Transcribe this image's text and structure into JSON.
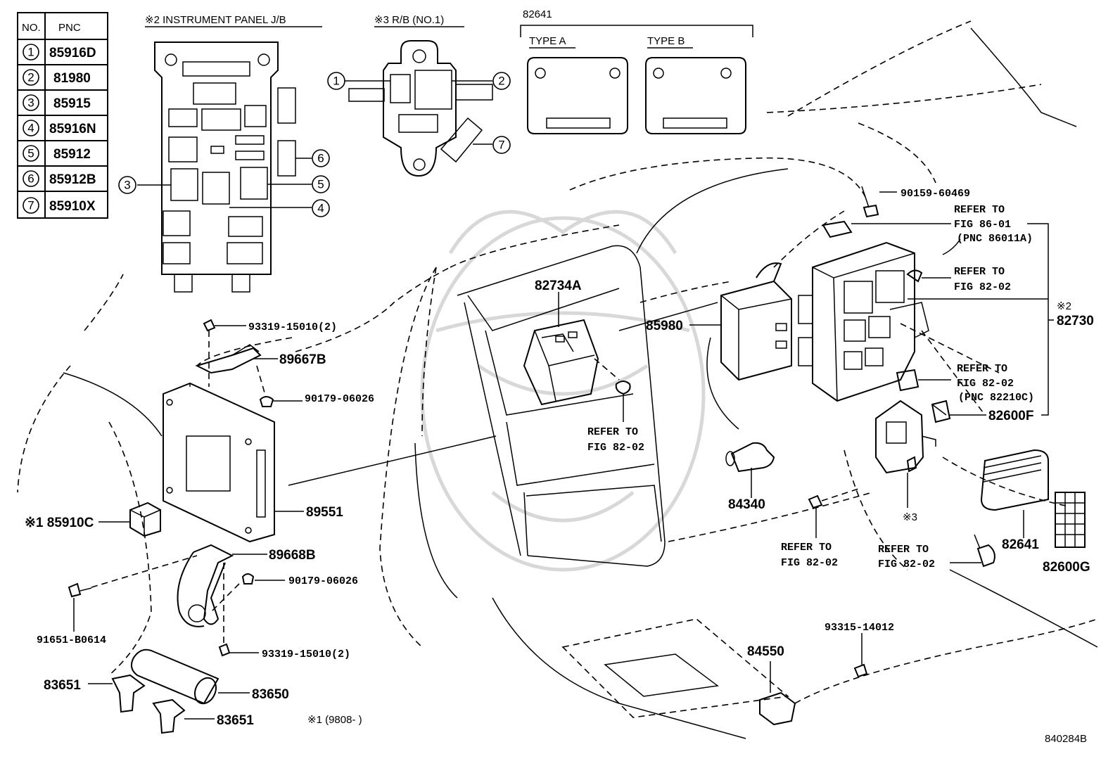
{
  "table": {
    "headers": [
      "NO.",
      "PNC"
    ],
    "rows": [
      {
        "no": "1",
        "pnc": "85916D"
      },
      {
        "no": "2",
        "pnc": "81980"
      },
      {
        "no": "3",
        "pnc": "85915"
      },
      {
        "no": "4",
        "pnc": "85916N"
      },
      {
        "no": "5",
        "pnc": "85912"
      },
      {
        "no": "6",
        "pnc": "85912B"
      },
      {
        "no": "7",
        "pnc": "85910X"
      }
    ]
  },
  "insets": {
    "instrument_panel_jb": "※2 INSTRUMENT PANEL J/B",
    "rb_no1": "※3 R/B (NO.1)",
    "module_group": "82641",
    "type_a": "TYPE A",
    "type_b": "TYPE B"
  },
  "callouts": [
    "1",
    "2",
    "3",
    "4",
    "5",
    "6",
    "7"
  ],
  "parts": {
    "p82734A": "82734A",
    "p85980": "85980",
    "p90159": "90159-60469",
    "refer_86_01": "REFER TO",
    "refer_86_01_fig": "FIG 86-01",
    "refer_86_01_pnc": "(PNC 86011A)",
    "refer_82_02_a": "REFER TO",
    "refer_82_02_a_fig": "FIG 82-02",
    "mark2": "※2",
    "p82730": "82730",
    "refer_82_02_b": "REFER TO",
    "refer_82_02_b_fig": "FIG 82-02",
    "refer_82_02_b_pnc": "(PNC 82210C)",
    "p82600F": "82600F",
    "p93319_top": "93319-15010(2)",
    "p89667B": "89667B",
    "p90179_top": "90179-06026",
    "refer_82_02_c": "REFER TO",
    "refer_82_02_c_fig": "FIG 82-02",
    "p89551": "89551",
    "p85910C": "※1 85910C",
    "p89668B": "89668B",
    "p90179_bot": "90179-06026",
    "p91651": "91651-B0614",
    "p93319_bot": "93319-15010(2)",
    "p83651_a": "83651",
    "p83650": "83650",
    "p83651_b": "83651",
    "note1": "※1 (9808-      )",
    "p84340": "84340",
    "refer_82_02_d": "REFER TO",
    "refer_82_02_d_fig": "FIG 82-02",
    "mark3": "※3",
    "refer_82_02_e": "REFER TO",
    "refer_82_02_e_fig": "FIG 82-02",
    "p82641": "82641",
    "p82600G": "82600G",
    "p93315": "93315-14012",
    "p84550": "84550",
    "figure_code": "840284B"
  }
}
